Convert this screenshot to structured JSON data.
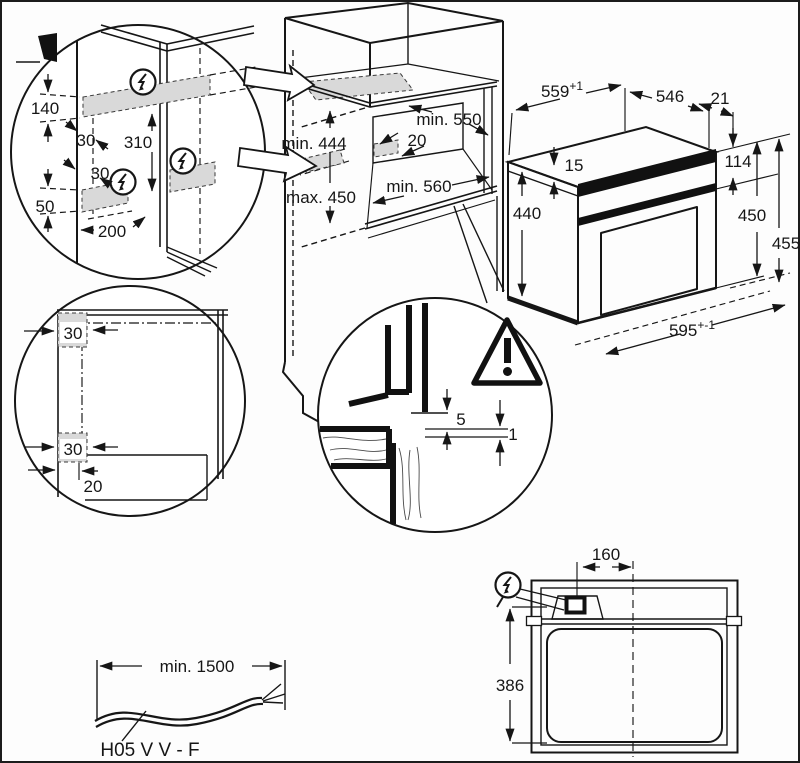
{
  "figure_title": "Built-in oven installation diagram",
  "colors": {
    "line": "#161616",
    "zone_fill": "#d9d9d9",
    "background": "#ffffff"
  },
  "icons": {
    "power": "lightning-bolt-icon",
    "warning": "warning-triangle-icon"
  },
  "detail_side": {
    "height_top": "140",
    "offset_top": "30",
    "span": "310",
    "offset_bottom": "30",
    "height_bottom": "50",
    "depth": "200"
  },
  "cabinet": {
    "niche_min_height": "min. 444",
    "niche_max_height": "max. 450",
    "top_min_depth": "min. 550",
    "zone_size": "20",
    "niche_min_width": "min. 560"
  },
  "oven": {
    "width": "559",
    "width_tol": "+1",
    "depth": "546",
    "panel_offset": "21",
    "top_inset": "15",
    "body_height": "440",
    "panel_height": "114",
    "front_height": "450",
    "total_height": "455",
    "front_width": "595",
    "front_width_tol": "+-1"
  },
  "detail_corner": {
    "side_top": "30",
    "side_bottom": "30",
    "front_gap": "20"
  },
  "detail_gap": {
    "gap_rear": "5",
    "gap_front": "1"
  },
  "top_view": {
    "outlet_offset": "160",
    "depth": "386"
  },
  "cable": {
    "length": "min. 1500",
    "type": "H05 V V - F"
  }
}
